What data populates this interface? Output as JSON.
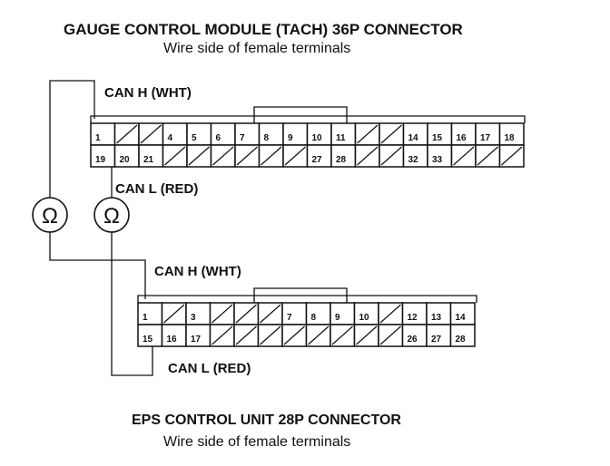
{
  "top_connector": {
    "title": "GAUGE CONTROL MODULE (TACH) 36P CONNECTOR",
    "subtitle": "Wire side of female terminals",
    "rows": [
      [
        "1",
        "",
        "",
        "4",
        "5",
        "6",
        "7",
        "8",
        "9",
        "10",
        "11",
        "",
        "",
        "14",
        "15",
        "16",
        "17",
        "18"
      ],
      [
        "19",
        "20",
        "21",
        "",
        "",
        "",
        "",
        "",
        "",
        "27",
        "28",
        "",
        "",
        "32",
        "33",
        "",
        "",
        ""
      ]
    ]
  },
  "bottom_connector": {
    "title": "EPS CONTROL UNIT 28P CONNECTOR",
    "subtitle": "Wire side of female terminals",
    "rows": [
      [
        "1",
        "",
        "3",
        "",
        "",
        "",
        "7",
        "8",
        "9",
        "10",
        "",
        "12",
        "13",
        "14"
      ],
      [
        "15",
        "16",
        "17",
        "",
        "",
        "",
        "",
        "",
        "",
        "",
        "",
        "26",
        "27",
        "28"
      ]
    ]
  },
  "labels": {
    "can_h_top": "CAN H (WHT)",
    "can_l_top": "CAN L (RED)",
    "can_h_bottom": "CAN H (WHT)",
    "can_l_bottom": "CAN L (RED)"
  },
  "meters": {
    "left_symbol": "Ω",
    "right_symbol": "Ω"
  }
}
